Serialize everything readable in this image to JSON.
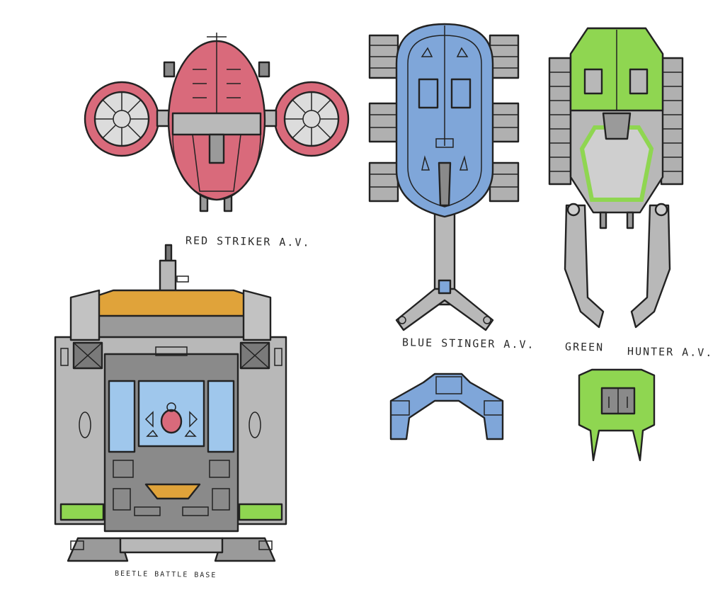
{
  "labels": {
    "red": "RED STRIKER A.V.",
    "blue": "BLUE STINGER A.V.",
    "green_a": "GREEN",
    "green_b": "HUNTER A.V.",
    "beetle": "BEETLE BATTLE BASE"
  },
  "colors": {
    "red": "#d96a7b",
    "blue": "#7fa6d9",
    "green": "#8fd651",
    "orange": "#e0a33a",
    "gray": "#b8b8b8",
    "dark": "#6b6b6b",
    "ink": "#222222"
  }
}
